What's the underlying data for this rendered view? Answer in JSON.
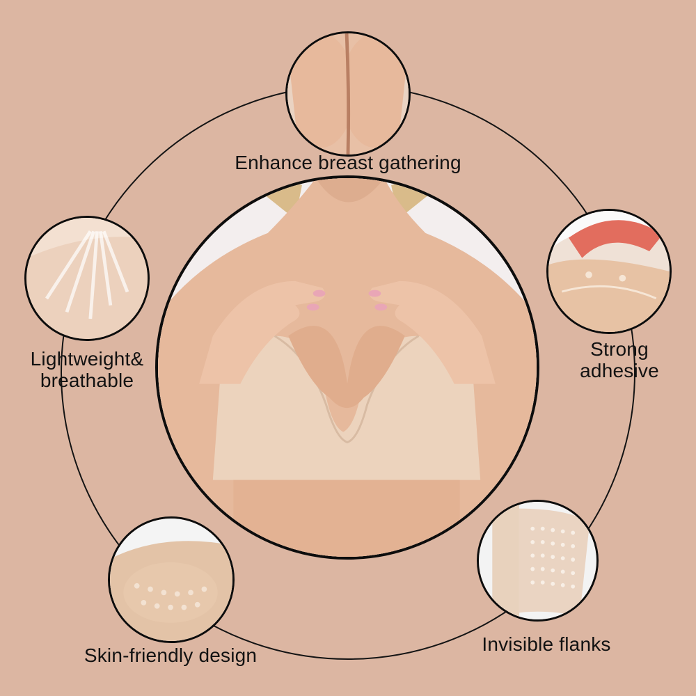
{
  "features": {
    "top": "Enhance breast gathering",
    "left_line1": "Lightweight&",
    "left_line2": "breathable",
    "right_line1": "Strong",
    "right_line2": "adhesive",
    "bottom_left": "Skin-friendly design",
    "bottom_right": "Invisible flanks"
  },
  "colors": {
    "background": "#dcb6a2",
    "outline": "#0d0d0d",
    "skin": "#e9c0a4",
    "bra": "#ecd3bd"
  }
}
